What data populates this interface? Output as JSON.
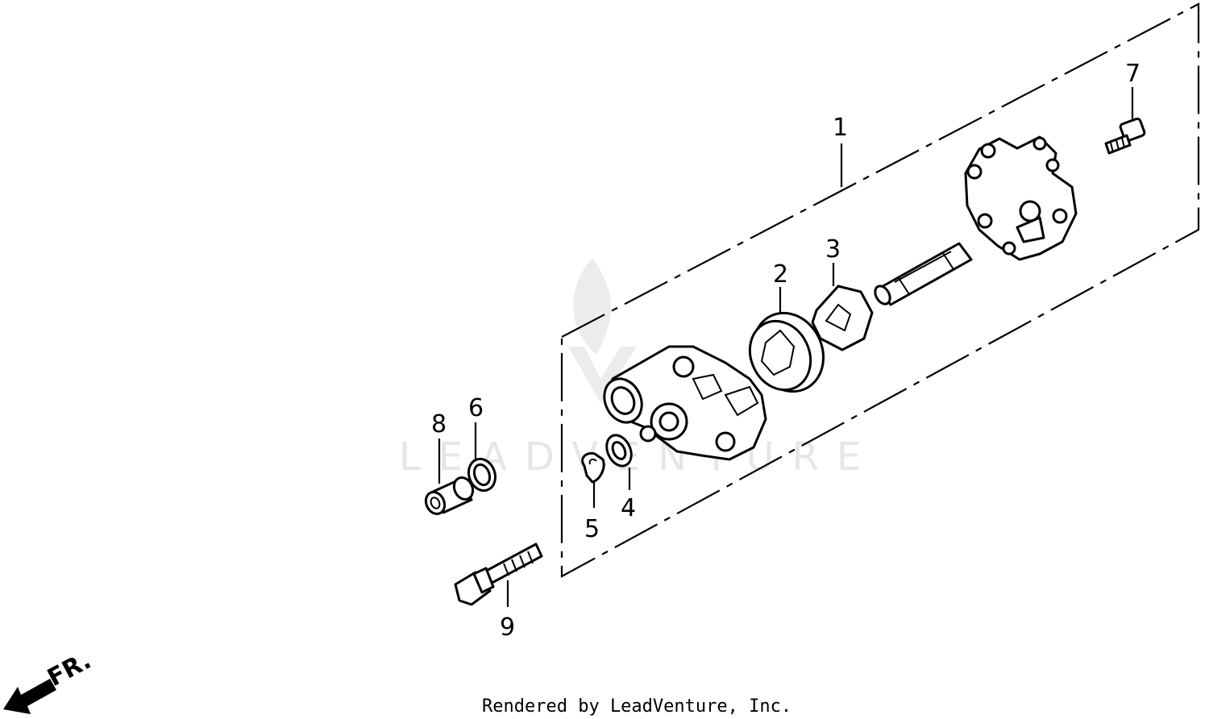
{
  "diagram": {
    "callouts": {
      "p1": "1",
      "p2": "2",
      "p3": "3",
      "p4": "4",
      "p5": "5",
      "p6": "6",
      "p7": "7",
      "p8": "8",
      "p9": "9"
    },
    "front_indicator": "FR.",
    "watermark": "LEADVENTURE",
    "credit": "Rendered by LeadVenture, Inc."
  }
}
